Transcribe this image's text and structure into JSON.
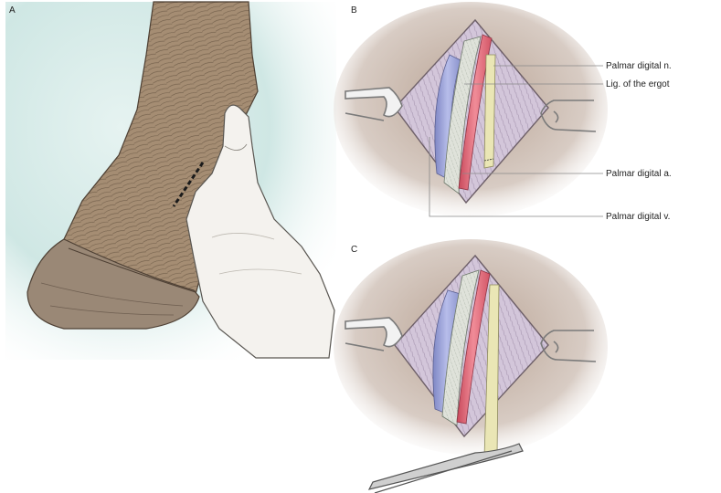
{
  "panels": [
    {
      "letter": "A"
    },
    {
      "letter": "B"
    },
    {
      "letter": "C"
    }
  ],
  "labels": {
    "palmar_digital_n": "Palmar digital n.",
    "lig_ergot": "Lig. of the ergot",
    "palmar_digital_a": "Palmar digital a.",
    "palmar_digital_v": "Palmar digital v."
  },
  "colors": {
    "background_teal": "#cfe7e4",
    "hair": "#a58d73",
    "hair_dark": "#6f5c48",
    "hoof": "#9a8876",
    "glove": "#f4f2ee",
    "skin_surround": "#c6b5a8",
    "tissue": "#cdbfd4",
    "vein": "#9da4d6",
    "artery": "#e06a78",
    "ligament": "#d9ddd6",
    "nerve": "#eae6b5",
    "retractor": "#8e8e8e"
  }
}
